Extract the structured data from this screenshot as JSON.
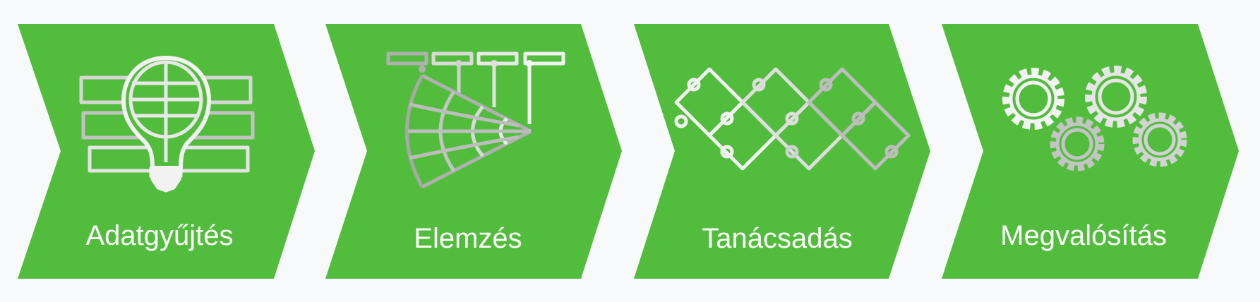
{
  "colors": {
    "background": "#f8f9fb",
    "chevron_fill": "#52bd3c",
    "label_text": "#ffffff",
    "icon_light": "#f2f2f2",
    "icon_gray": "#b0b0b0"
  },
  "steps": [
    {
      "label": "Adatgyűjtés",
      "icon": "lightbulb-with-data-bars-icon"
    },
    {
      "label": "Elemzés",
      "icon": "segmented-cone-analysis-icon"
    },
    {
      "label": "Tanácsadás",
      "icon": "puzzle-pieces-icon"
    },
    {
      "label": "Megvalósítás",
      "icon": "gears-icon"
    }
  ]
}
